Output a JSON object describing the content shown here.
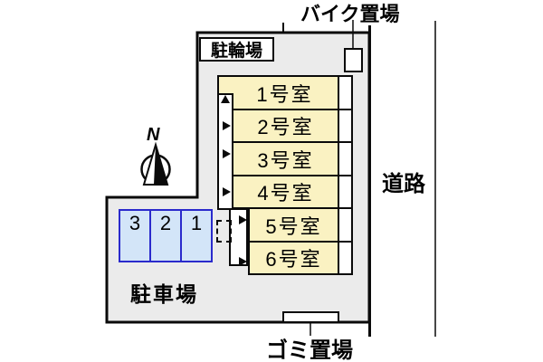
{
  "diagram": {
    "type": "apartment-site-plan",
    "north_label": "N",
    "bike_storage_label": "バイク置場",
    "bicycle_parking_label": "駐輪場",
    "road_label": "道路",
    "garbage_label": "ゴミ置場",
    "car_parking_label": "駐車場",
    "rooms": [
      {
        "label": "1号室"
      },
      {
        "label": "2号室"
      },
      {
        "label": "3号室"
      },
      {
        "label": "4号室"
      },
      {
        "label": "5号室"
      },
      {
        "label": "6号室"
      }
    ],
    "parking_spaces": [
      {
        "label": "3"
      },
      {
        "label": "2"
      },
      {
        "label": "1"
      }
    ]
  },
  "colors": {
    "plan_bg": "#EBEBEB",
    "room_fill": "#FAF2C2",
    "line": "#0A0A0A",
    "parking_fill": "#D3E5F8",
    "parking_border": "#2A2ACC"
  }
}
